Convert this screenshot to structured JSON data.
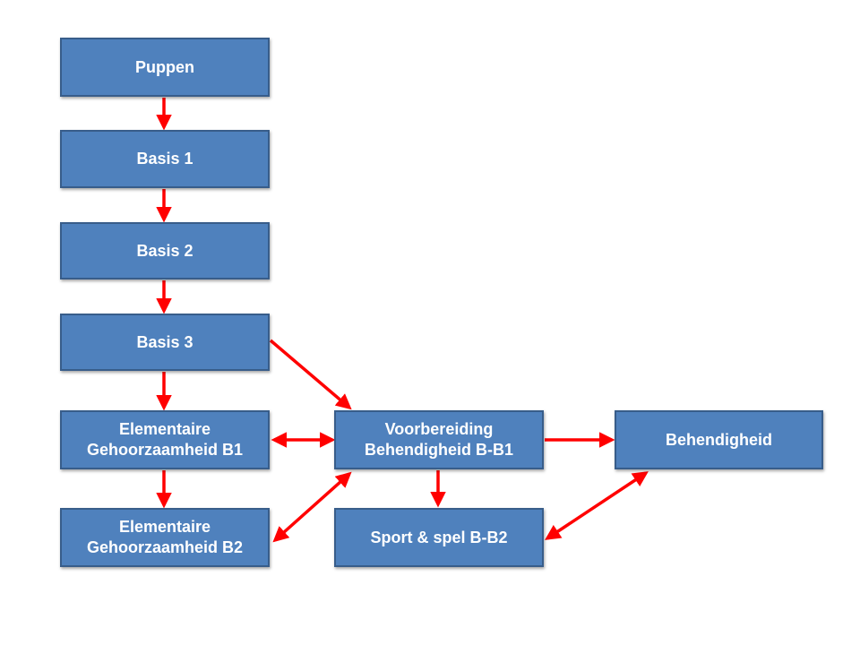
{
  "diagram": {
    "nodes": {
      "puppen": "Puppen",
      "basis1": "Basis 1",
      "basis2": "Basis 2",
      "basis3": "Basis 3",
      "elem_b1": "Elementaire\nGehoorzaamheid B1",
      "elem_b2": "Elementaire\nGehoorzaamheid B2",
      "voorbereiding": "Voorbereiding\nBehendigheid B-B1",
      "sport": "Sport & spel B-B2",
      "behendigheid": "Behendigheid"
    },
    "colors": {
      "box_fill": "#4f81bd",
      "box_border": "#385d8a",
      "text": "#ffffff",
      "arrow": "#ff0000"
    }
  }
}
